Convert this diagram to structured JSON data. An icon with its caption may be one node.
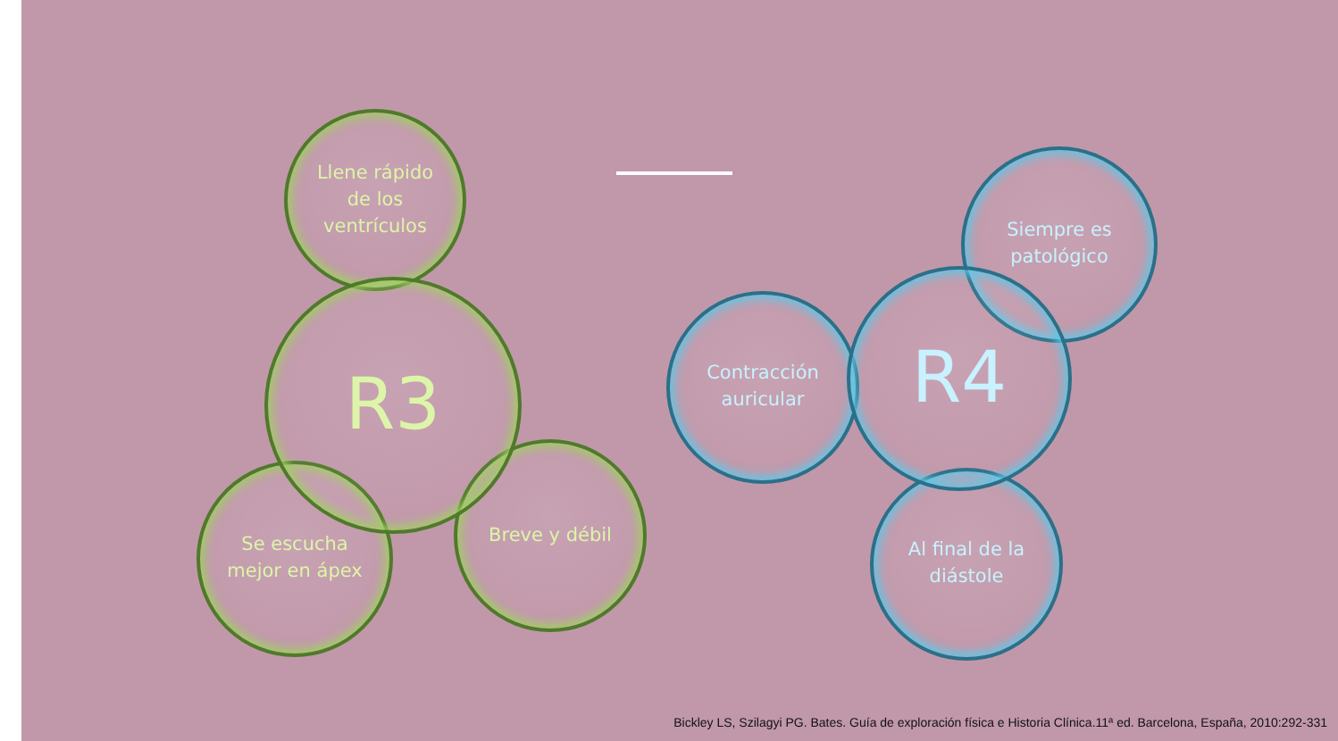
{
  "diagram": {
    "nodes": [
      {
        "text": [
          "Llene rápido de los ventrículos"
        ]
      },
      {
        "text": [
          "R3"
        ]
      },
      {
        "text": [
          "Se escucha mejor en ápex"
        ]
      },
      {
        "text": [
          "Breve y débil"
        ]
      },
      {
        "text": [
          "Siempre es patológico"
        ]
      },
      {
        "text": [
          "Contracción auricular"
        ]
      },
      {
        "text": [
          "R4"
        ]
      },
      {
        "text": [
          "Al final de la diástole"
        ]
      }
    ],
    "labels": [
      "Bickley LS, Szilagyi PG. Bates. Guía de exploración física e Historia Clínica.11ª ed. Barcelona, España, 2010:292-331"
    ]
  }
}
